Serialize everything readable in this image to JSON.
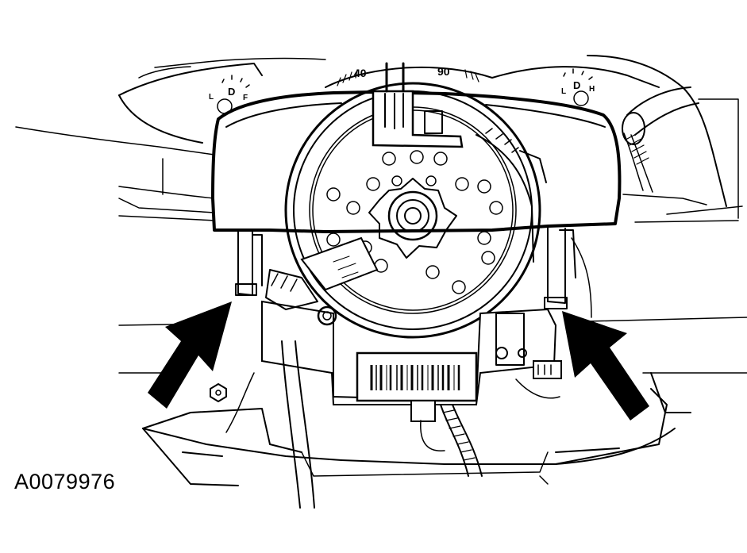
{
  "figure": {
    "id_label": "A0079976",
    "gauge_marks": [
      "40",
      "90"
    ],
    "left_indicator_letters": [
      "L",
      "D",
      "F"
    ],
    "right_indicator_letters": [
      "L",
      "D",
      "H"
    ],
    "arrow_count": 2
  },
  "colors": {
    "ink": "#000000",
    "paper": "#ffffff"
  }
}
